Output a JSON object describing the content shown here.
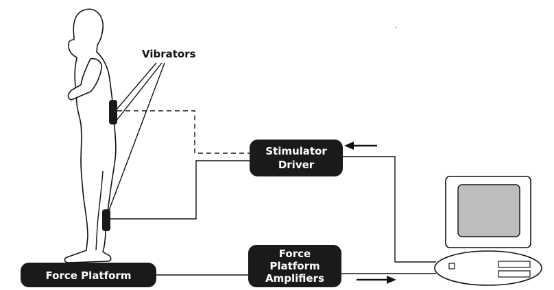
{
  "labels": {
    "vibrators": "Vibrators",
    "force_platform": "Force Platform",
    "stimulator_driver": [
      "Stimulator",
      "Driver"
    ],
    "force_platform_amplifiers": [
      "Force",
      "Platform",
      "Amplifiers"
    ]
  }
}
